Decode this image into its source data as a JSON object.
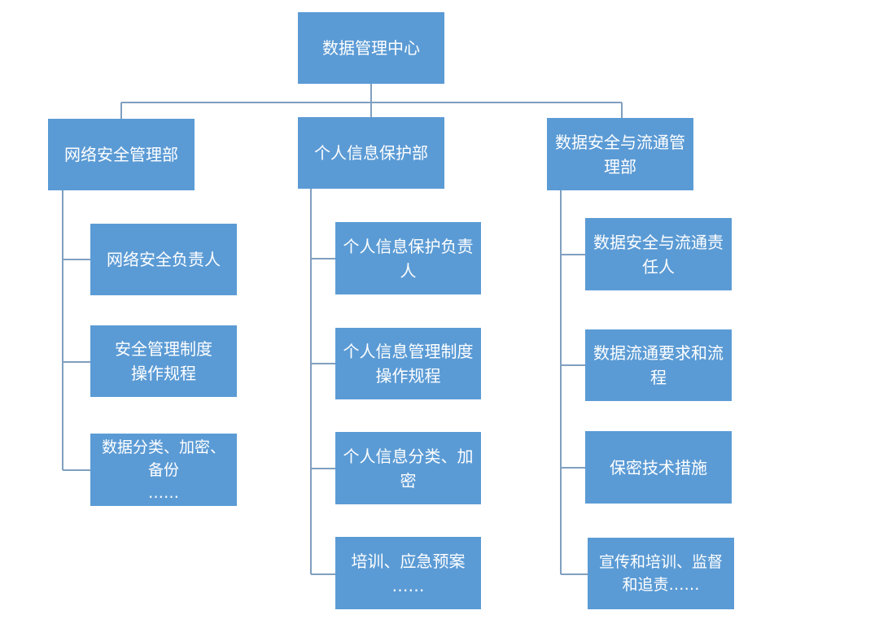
{
  "org_chart": {
    "root": "数据管理中心",
    "departments": [
      {
        "name": "网络安全管理部",
        "items": [
          "网络安全负责人",
          "安全管理制度\n操作规程",
          "数据分类、加密、\n备份\n……"
        ]
      },
      {
        "name": "个人信息保护部",
        "items": [
          "个人信息保护负责\n人",
          "个人信息管理制度\n操作规程",
          "个人信息分类、加\n密",
          "培训、应急预案\n……"
        ]
      },
      {
        "name": "数据安全与流通管\n理部",
        "items": [
          "数据安全与流通责\n任人",
          "数据流通要求和流\n程",
          "保密技术措施",
          "宣传和培训、监督\n和追责……"
        ]
      }
    ]
  }
}
